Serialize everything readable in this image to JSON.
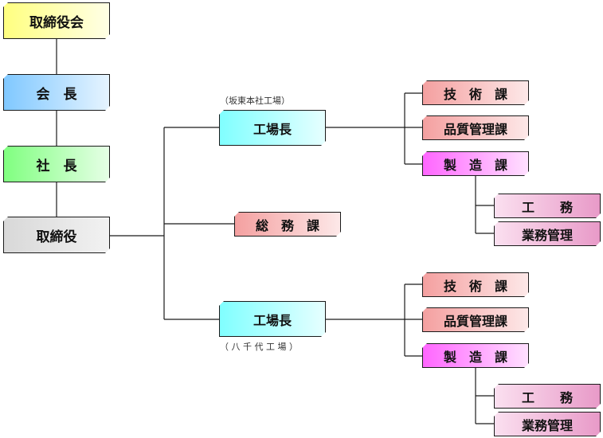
{
  "org": {
    "board": "取締役会",
    "chairman": "会　長",
    "president": "社　長",
    "director": "取締役",
    "plant1": {
      "name": "工場長",
      "caption": "（坂東本社工場）",
      "tech": "技　術　課",
      "quality": "品質管理課",
      "mfg": "製　造　課",
      "works": "工　　務",
      "ops": "業務管理"
    },
    "general_affairs": "総　務　課",
    "plant2": {
      "name": "工場長",
      "caption": "（ 八 千 代 工 場 ）",
      "tech": "技　術　課",
      "quality": "品質管理課",
      "mfg": "製　造　課",
      "works": "工　　務",
      "ops": "業務管理"
    }
  }
}
